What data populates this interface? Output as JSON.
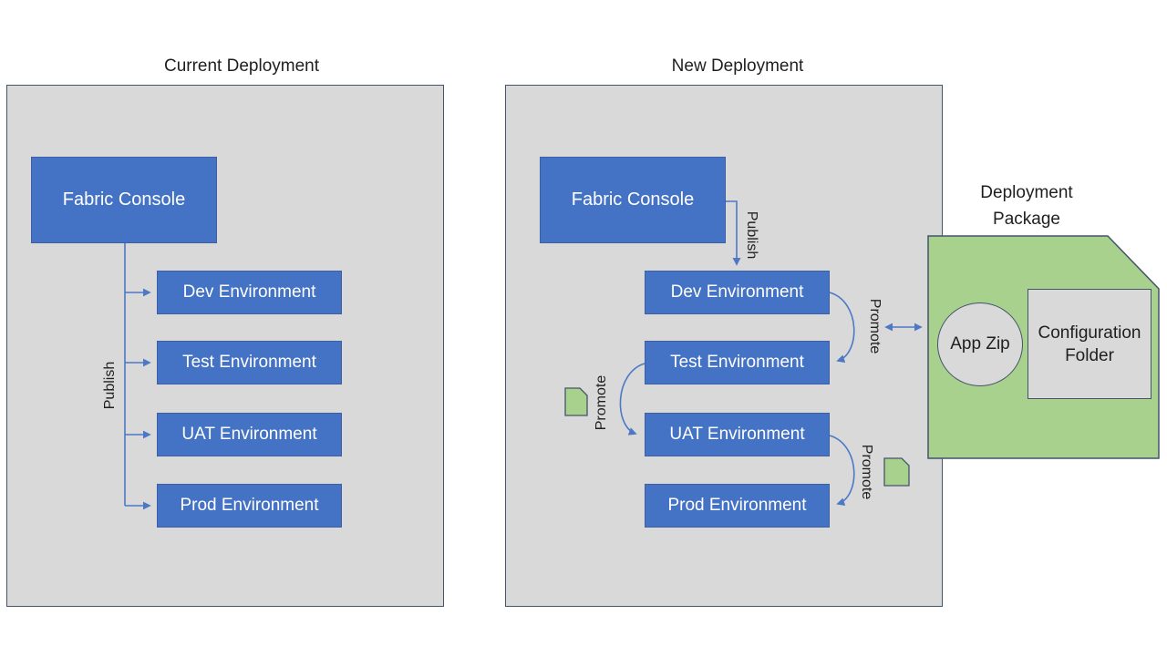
{
  "current_deployment": {
    "title": "Current Deployment",
    "fabric_console": "Fabric Console",
    "publish_label": "Publish",
    "environments": [
      "Dev Environment",
      "Test Environment",
      "UAT Environment",
      "Prod Environment"
    ]
  },
  "new_deployment": {
    "title": "New Deployment",
    "fabric_console": "Fabric Console",
    "publish_label": "Publish",
    "promote_dev_to_test": "Promote",
    "promote_test_to_uat": "Promote",
    "promote_uat_to_prod": "Promote",
    "environments": [
      "Dev Environment",
      "Test Environment",
      "UAT Environment",
      "Prod Environment"
    ]
  },
  "deployment_package": {
    "title": "Deployment Package",
    "app_zip": "App Zip",
    "configuration_folder": "Configuration Folder"
  },
  "colors": {
    "box_blue": "#4472C4",
    "box_blue_border": "#3D5FA3",
    "panel_gray": "#D9D9D9",
    "panel_border": "#44546A",
    "package_green": "#A9D18E",
    "connector_blue": "#4C78C5",
    "box_text": "#FFFFFF",
    "label_text": "#1F1F1F"
  }
}
